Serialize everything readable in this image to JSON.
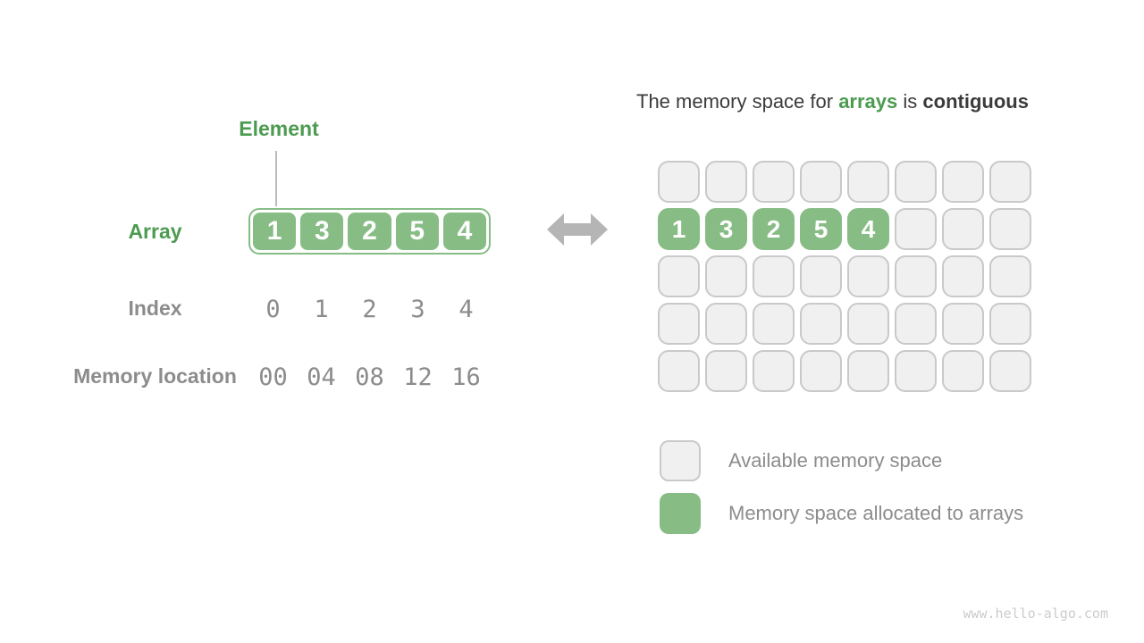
{
  "colors": {
    "green": "#87bd85",
    "green_dark": "#4c9b50",
    "dark": "#3b3b3b",
    "gray": "#8c8c8c",
    "cell_bg": "#f0f0f0",
    "cell_border": "#c9c9c9",
    "arrow": "#b5b5b5",
    "line": "#bbbbbb",
    "watermark": "#cccccc"
  },
  "left_panel": {
    "element_label": "Element",
    "array_label": "Array",
    "array_values": [
      "1",
      "3",
      "2",
      "5",
      "4"
    ],
    "index_label": "Index",
    "index_values": [
      "0",
      "1",
      "2",
      "3",
      "4"
    ],
    "memory_label": "Memory location",
    "memory_values": [
      "00",
      "04",
      "08",
      "12",
      "16"
    ]
  },
  "arrow_icon": "left-right-arrow",
  "right_panel": {
    "title": {
      "prefix": "The memory space for ",
      "highlight": "arrays",
      "middle": " is ",
      "emphasis": "contiguous"
    },
    "memory_grid": {
      "rows": 5,
      "cols": 8,
      "allocated_row": 1,
      "allocated_values": [
        "1",
        "3",
        "2",
        "5",
        "4"
      ]
    },
    "legend": [
      {
        "swatch": "available",
        "label": "Available memory space"
      },
      {
        "swatch": "allocated",
        "label": "Memory space allocated to arrays"
      }
    ]
  },
  "watermark": "www.hello-algo.com"
}
